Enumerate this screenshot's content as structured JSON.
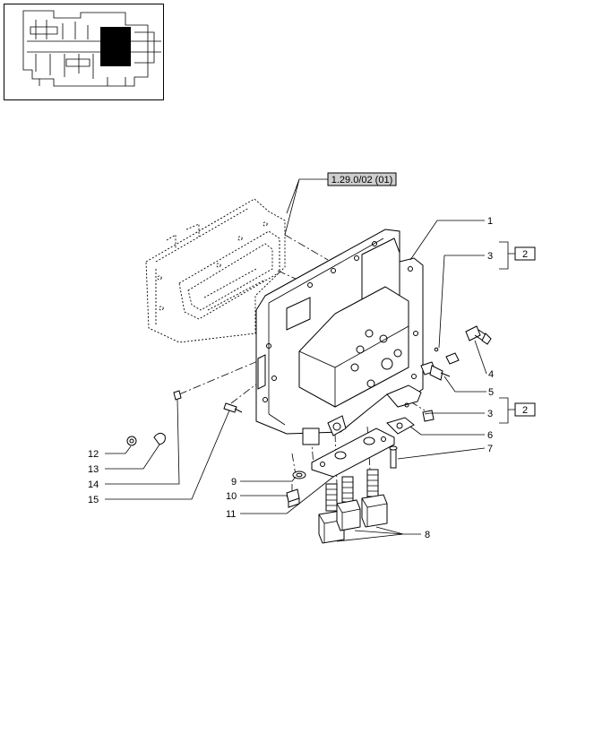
{
  "reference_box": {
    "text": "1.29.0/02 (01)"
  },
  "group_boxes": [
    {
      "text": "2"
    },
    {
      "text": "2"
    }
  ],
  "callouts": [
    "1",
    "3",
    "4",
    "5",
    "3",
    "6",
    "7",
    "8",
    "9",
    "10",
    "11",
    "12",
    "13",
    "14",
    "15"
  ]
}
